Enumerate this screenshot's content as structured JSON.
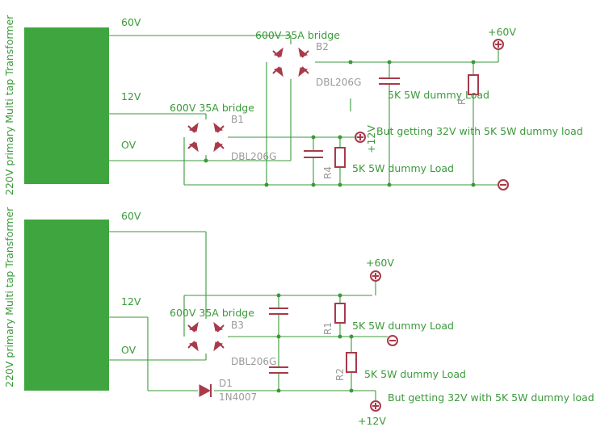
{
  "top": {
    "transformer_label": "220V primary Multi tap Transformer",
    "tap_60v": "60V",
    "tap_12v": "12V",
    "tap_0v": "OV",
    "b2_title": "600V 35A bridge",
    "b2_ref": "B2",
    "b2_part": "DBL206G",
    "b1_title": "600V 35A bridge",
    "b1_ref": "B1",
    "b1_part": "DBL206G",
    "plus60_label": "+60V",
    "plus12_label": "+12V",
    "r_top_ref": "R",
    "r_top_value": "5K 5W dummy Load",
    "r4_ref": "R4",
    "r4_value": "5K 5W dummy Load",
    "note": "But getting 32V with 5K 5W dummy load"
  },
  "bottom": {
    "transformer_label": "220V primary Multi tap Transformer",
    "tap_60v": "60V",
    "tap_12v": "12V",
    "tap_0v": "OV",
    "b3_title": "600V 35A bridge",
    "b3_ref": "B3",
    "b3_part": "DBL206G",
    "d1_ref": "D1",
    "d1_part": "1N4007",
    "plus60_label": "+60V",
    "plus12_label": "+12V",
    "r1_ref": "R1",
    "r1_value": "5K 5W dummy Load",
    "r2_ref": "R2",
    "r2_value": "5K 5W dummy Load",
    "note": "But getting 32V with 5K 5W dummy load"
  },
  "colors": {
    "wire": "#3a9a3a",
    "component": "#a83a4a",
    "transformer": "#3fa63f",
    "part_text": "#9a9a9a"
  }
}
